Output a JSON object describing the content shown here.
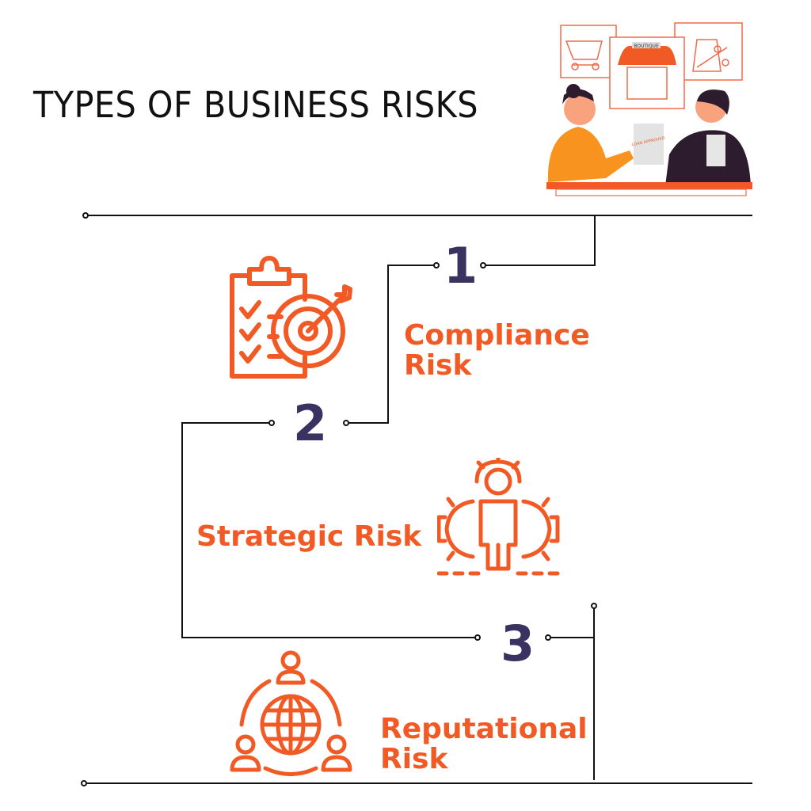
{
  "title": "TYPES OF BUSINESS RISKS",
  "colors": {
    "accent": "#f15a24",
    "number": "#3a3260",
    "line": "#111111"
  },
  "illustration": {
    "sign": "BOUTIQUE",
    "document": "LOAN APPROVED"
  },
  "steps": [
    {
      "number": "1",
      "label_line1": "Compliance",
      "label_line2": "Risk",
      "icon": "clipboard-target-icon"
    },
    {
      "number": "2",
      "label_line1": "Strategic Risk",
      "icon": "person-gears-icon"
    },
    {
      "number": "3",
      "label_line1": "Reputational",
      "label_line2": "Risk",
      "icon": "globe-people-icon"
    }
  ]
}
